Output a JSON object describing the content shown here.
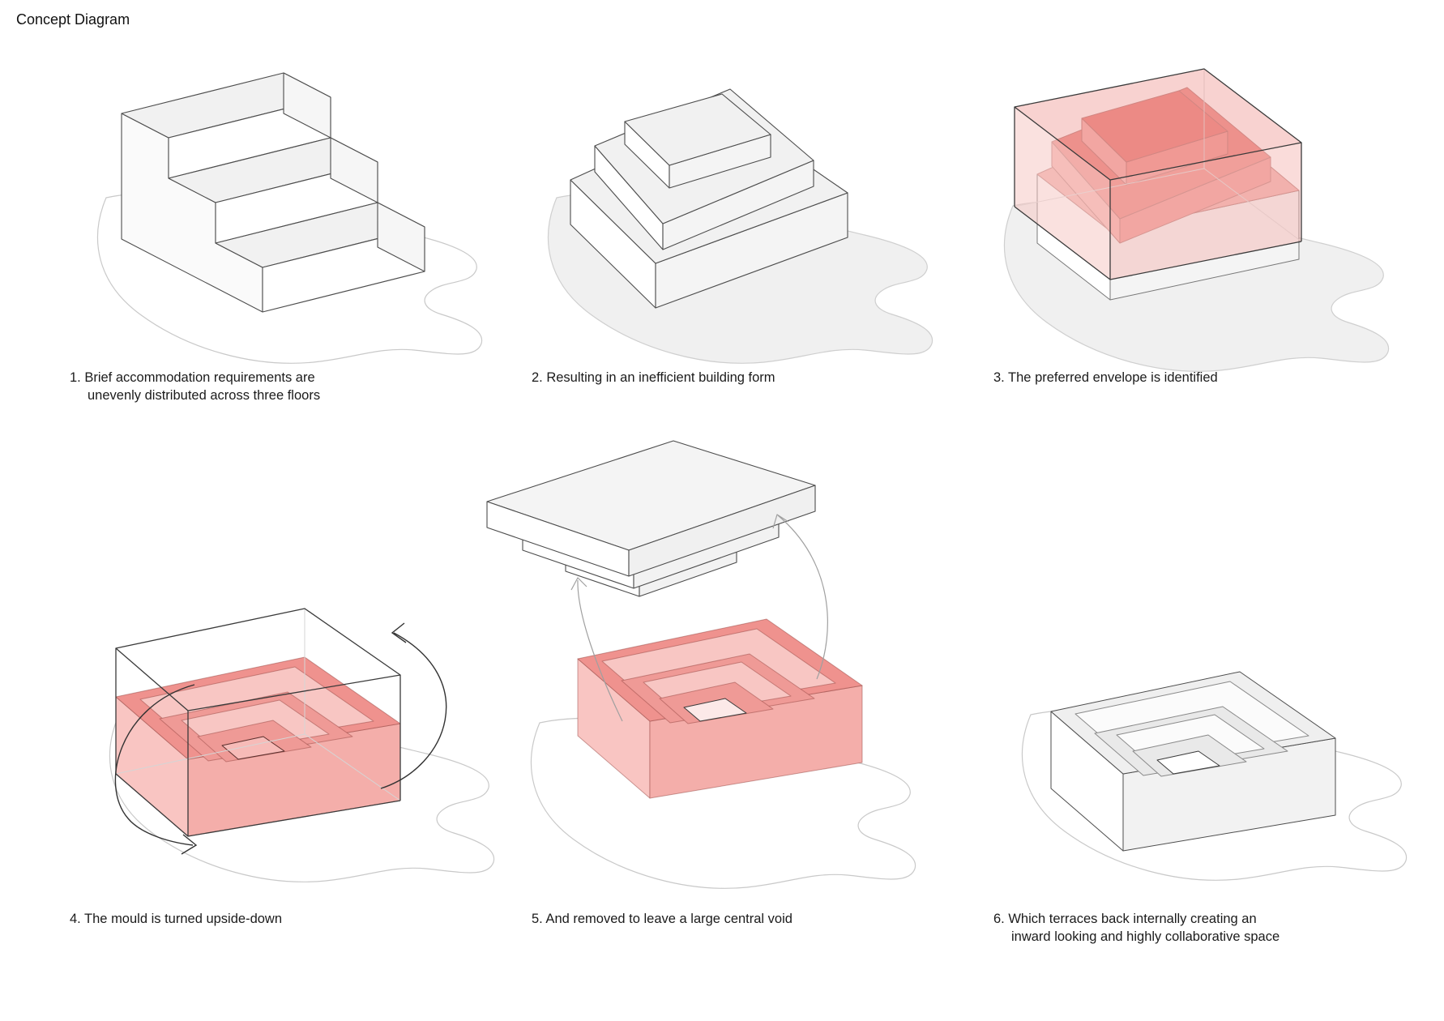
{
  "page": {
    "title": "Concept Diagram"
  },
  "colors": {
    "accent_pink_dark": "#ef928e",
    "accent_pink_mid": "#f4aeaa",
    "accent_pink_light": "#f8c6c3",
    "massing_gray": "#f1f1f1",
    "site_fill_gray": "#f0f0f0",
    "outline_dark": "#3a3a3a",
    "outline_soft": "#c9c9c9"
  },
  "icons": {
    "rotation_arrow": "curved-rotation-arrow",
    "lift_arrow": "curved-lift-connector-arrow"
  },
  "panels": [
    {
      "id": "1",
      "line1": "1. Brief accommodation requirements are",
      "line2": "unevenly distributed across three floors"
    },
    {
      "id": "2",
      "line1": "2. Resulting in an inefficient building form",
      "line2": ""
    },
    {
      "id": "3",
      "line1": "3. The preferred envelope is identified",
      "line2": ""
    },
    {
      "id": "4",
      "line1": "4. The mould is turned upside-down",
      "line2": ""
    },
    {
      "id": "5",
      "line1": "5. And removed to leave a large central void",
      "line2": ""
    },
    {
      "id": "6",
      "line1": "6. Which terraces back internally creating an",
      "line2": "inward looking and highly collaborative space"
    }
  ]
}
